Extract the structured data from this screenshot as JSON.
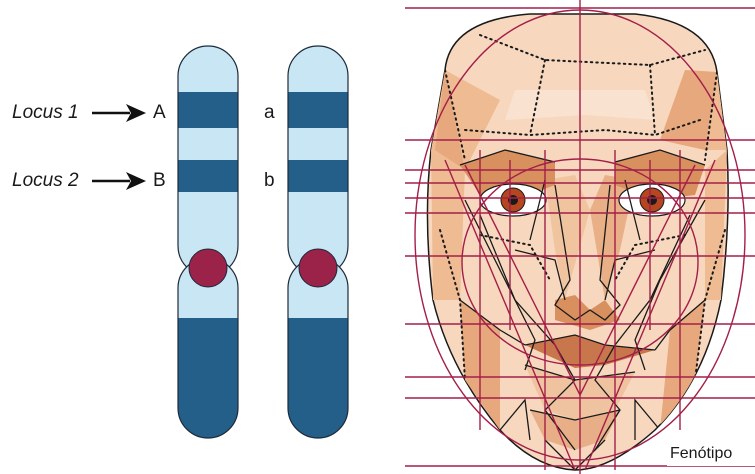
{
  "chromosomes": {
    "locus_labels": [
      {
        "name": "Locus 1",
        "allele_left": "A",
        "allele_right": "a"
      },
      {
        "name": "Locus 2",
        "allele_left": "B",
        "allele_right": "b"
      }
    ],
    "colors": {
      "light": "#c9e6f4",
      "dark": "#235f89",
      "centromere": "#9b2249",
      "outline": "#1d2a3a"
    }
  },
  "face": {
    "caption": "Fenótipo",
    "colors": {
      "skin_light": "#f7d8bf",
      "skin_mid": "#efbb92",
      "skin_dark": "#d9905f",
      "guide_lines": "#a31f48",
      "facet_lines": "#1a1a1a",
      "iris": "#b5461f"
    }
  }
}
